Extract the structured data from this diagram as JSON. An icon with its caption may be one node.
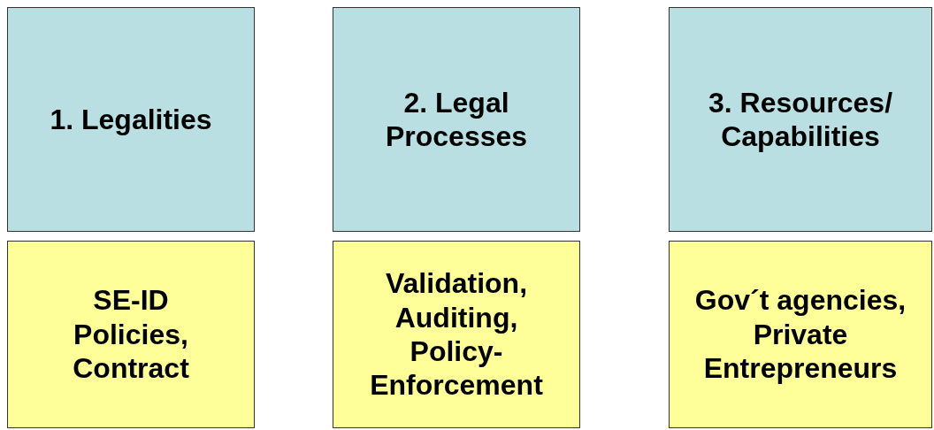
{
  "diagram": {
    "nodes": [
      {
        "text": [
          "1. Legalities"
        ]
      },
      {
        "text": [
          "2. Legal Processes"
        ]
      },
      {
        "text": [
          "3. Resources/ Capabilities"
        ]
      },
      {
        "text": [
          "SE-ID Policies, Contract"
        ]
      },
      {
        "text": [
          "Validation, Auditing, Policy- Enforcement"
        ]
      },
      {
        "text": [
          "Gov´t agencies, Private Entrepreneurs"
        ]
      }
    ]
  }
}
